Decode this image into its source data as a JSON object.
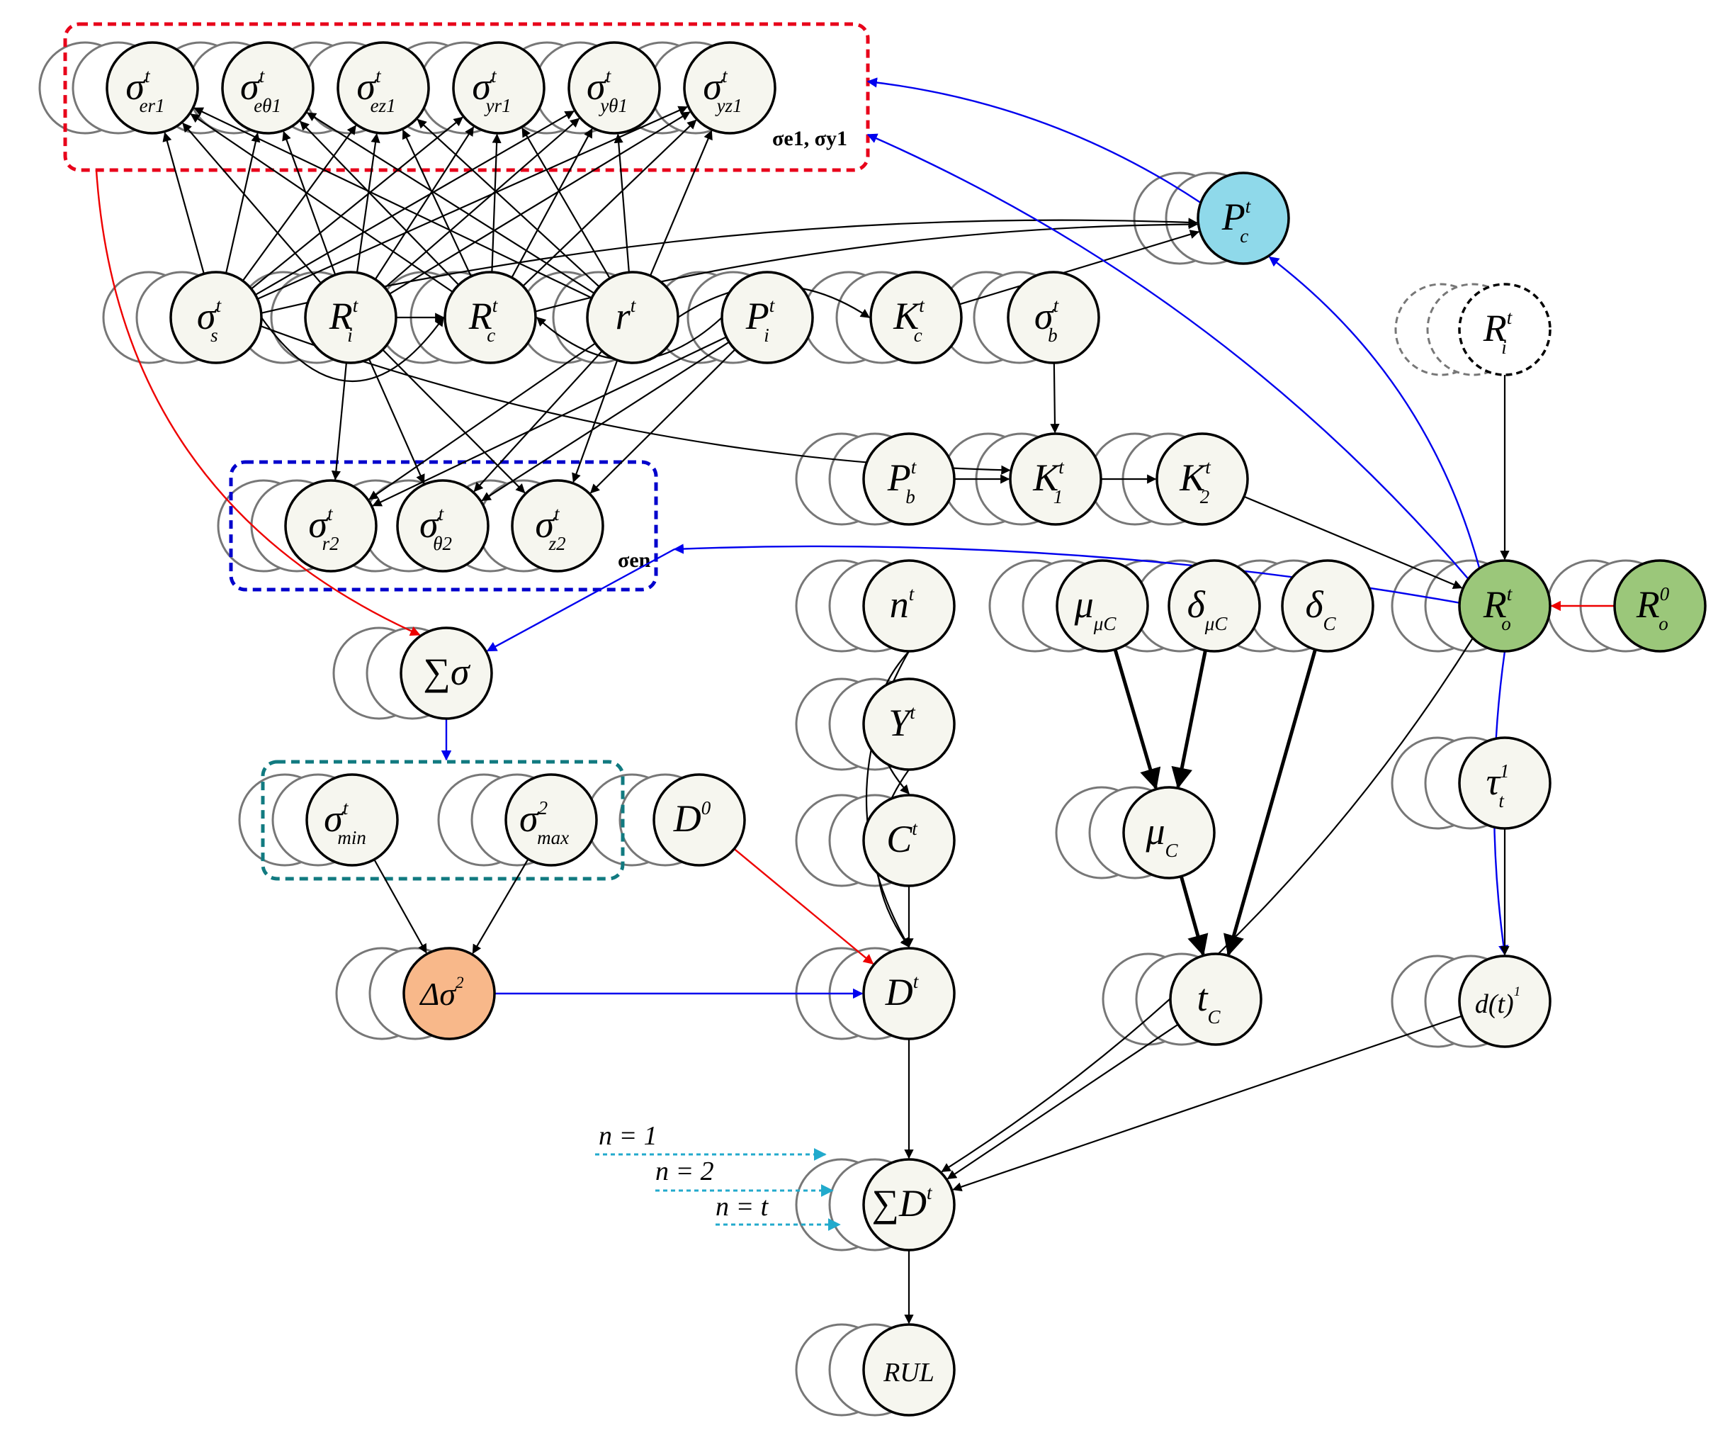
{
  "colors": {
    "node_fill": "#f6f6ef",
    "node_stroke": "#000000",
    "ghost_stroke": "#777777",
    "black_edge": "#000000",
    "blue_edge": "#0000ee",
    "red_edge": "#ee0000",
    "cyan_edge": "#22aacc",
    "pc_fill": "#8fd9ea",
    "ro_fill": "#9bc77a",
    "ds2_fill": "#f8b88a",
    "group_red": "#e8001a",
    "group_blue": "#0000cc",
    "group_teal": "#117a80"
  },
  "nodes": [
    {
      "id": "s_er1",
      "base": "σ",
      "sup": "t",
      "sub": "er1"
    },
    {
      "id": "s_et1",
      "base": "σ",
      "sup": "t",
      "sub": "eθ1"
    },
    {
      "id": "s_ez1",
      "base": "σ",
      "sup": "t",
      "sub": "ez1"
    },
    {
      "id": "s_yr1",
      "base": "σ",
      "sup": "t",
      "sub": "yr1"
    },
    {
      "id": "s_yt1",
      "base": "σ",
      "sup": "t",
      "sub": "yθ1"
    },
    {
      "id": "s_yz1",
      "base": "σ",
      "sup": "t",
      "sub": "yz1"
    },
    {
      "id": "Pc",
      "base": "P",
      "sup": "t",
      "sub": "c",
      "fill": "pc_fill"
    },
    {
      "id": "s_s",
      "base": "σ",
      "sup": "t",
      "sub": "s"
    },
    {
      "id": "Ri",
      "base": "R",
      "sup": "t",
      "sub": "i"
    },
    {
      "id": "Rc",
      "base": "R",
      "sup": "t",
      "sub": "c"
    },
    {
      "id": "r",
      "base": "r",
      "sup": "t",
      "sub": ""
    },
    {
      "id": "Pi",
      "base": "P",
      "sup": "t",
      "sub": "i"
    },
    {
      "id": "Kc",
      "base": "K",
      "sup": "t",
      "sub": "c"
    },
    {
      "id": "s_b",
      "base": "σ",
      "sup": "t",
      "sub": "b"
    },
    {
      "id": "Ri_r",
      "base": "R",
      "sup": "t",
      "sub": "i",
      "dashed": true
    },
    {
      "id": "Pb",
      "base": "P",
      "sup": "t",
      "sub": "b"
    },
    {
      "id": "K1",
      "base": "K",
      "sup": "t",
      "sub": "1"
    },
    {
      "id": "K2",
      "base": "K",
      "sup": "t",
      "sub": "2"
    },
    {
      "id": "s_r2",
      "base": "σ",
      "sup": "t",
      "sub": "r2"
    },
    {
      "id": "s_t2",
      "base": "σ",
      "sup": "t",
      "sub": "θ2"
    },
    {
      "id": "s_z2",
      "base": "σ",
      "sup": "t",
      "sub": "z2"
    },
    {
      "id": "Ro",
      "base": "R",
      "sup": "t",
      "sub": "o",
      "fill": "ro_fill"
    },
    {
      "id": "Ro0",
      "base": "R",
      "sup": "0",
      "sub": "o",
      "fill": "ro_fill"
    },
    {
      "id": "n",
      "base": "n",
      "sup": "t",
      "sub": ""
    },
    {
      "id": "mu_muc",
      "base": "μ",
      "sup": "",
      "sub": "μC"
    },
    {
      "id": "d_muc",
      "base": "δ",
      "sup": "",
      "sub": "μC"
    },
    {
      "id": "d_c",
      "base": "δ",
      "sup": "",
      "sub": "C"
    },
    {
      "id": "sumS",
      "base": "∑σ",
      "sup": "",
      "sub": ""
    },
    {
      "id": "Y",
      "base": "Y",
      "sup": "t",
      "sub": ""
    },
    {
      "id": "tau",
      "base": "τ",
      "sup": "1",
      "sub": "t"
    },
    {
      "id": "s_min",
      "base": "σ",
      "sup": "t",
      "sub": "min"
    },
    {
      "id": "s_max",
      "base": "σ",
      "sup": "2",
      "sub": "max"
    },
    {
      "id": "D0",
      "base": "D",
      "sup": "0",
      "sub": ""
    },
    {
      "id": "C",
      "base": "C",
      "sup": "t",
      "sub": ""
    },
    {
      "id": "muC",
      "base": "μ",
      "sup": "",
      "sub": "C"
    },
    {
      "id": "dS2",
      "base": "Δσ",
      "sup": "2",
      "sub": "",
      "fill": "ds2_fill"
    },
    {
      "id": "D",
      "base": "D",
      "sup": "t",
      "sub": ""
    },
    {
      "id": "tC",
      "base": "t",
      "sup": "",
      "sub": "C"
    },
    {
      "id": "dt",
      "base": "d(t)",
      "sup": "1",
      "sub": ""
    },
    {
      "id": "sumD",
      "base": "∑D",
      "sup": "t",
      "sub": ""
    },
    {
      "id": "RUL",
      "base": "RUL",
      "sup": "",
      "sub": ""
    }
  ],
  "groups": [
    {
      "id": "group-sigma-e1-y1",
      "label": "σe1, σy1",
      "color": "group_red"
    },
    {
      "id": "group-sigma-en",
      "label": "σen",
      "color": "group_blue"
    },
    {
      "id": "group-sigma-min-max",
      "label": "",
      "color": "group_teal"
    }
  ],
  "edges": [
    {
      "from": "s_s",
      "to": "s_er1",
      "color": "black_edge"
    },
    {
      "from": "s_s",
      "to": "s_et1",
      "color": "black_edge"
    },
    {
      "from": "s_s",
      "to": "s_ez1",
      "color": "black_edge"
    },
    {
      "from": "s_s",
      "to": "s_yr1",
      "color": "black_edge"
    },
    {
      "from": "s_s",
      "to": "s_yt1",
      "color": "black_edge"
    },
    {
      "from": "s_s",
      "to": "s_yz1",
      "color": "black_edge"
    },
    {
      "from": "Ri",
      "to": "s_er1",
      "color": "black_edge"
    },
    {
      "from": "Ri",
      "to": "s_et1",
      "color": "black_edge"
    },
    {
      "from": "Ri",
      "to": "s_ez1",
      "color": "black_edge"
    },
    {
      "from": "Ri",
      "to": "s_yr1",
      "color": "black_edge"
    },
    {
      "from": "Ri",
      "to": "s_yt1",
      "color": "black_edge"
    },
    {
      "from": "Ri",
      "to": "s_yz1",
      "color": "black_edge"
    },
    {
      "from": "Rc",
      "to": "s_er1",
      "color": "black_edge"
    },
    {
      "from": "Rc",
      "to": "s_et1",
      "color": "black_edge"
    },
    {
      "from": "Rc",
      "to": "s_ez1",
      "color": "black_edge"
    },
    {
      "from": "Rc",
      "to": "s_yr1",
      "color": "black_edge"
    },
    {
      "from": "Rc",
      "to": "s_yt1",
      "color": "black_edge"
    },
    {
      "from": "Rc",
      "to": "s_yz1",
      "color": "black_edge"
    },
    {
      "from": "r",
      "to": "s_er1",
      "color": "black_edge"
    },
    {
      "from": "r",
      "to": "s_et1",
      "color": "black_edge"
    },
    {
      "from": "r",
      "to": "s_ez1",
      "color": "black_edge"
    },
    {
      "from": "r",
      "to": "s_yr1",
      "color": "black_edge"
    },
    {
      "from": "r",
      "to": "s_yt1",
      "color": "black_edge"
    },
    {
      "from": "r",
      "to": "s_yz1",
      "color": "black_edge"
    },
    {
      "from": "Ri",
      "to": "Rc",
      "color": "black_edge"
    },
    {
      "from": "s_s",
      "to": "Rc",
      "color": "black_edge",
      "bend": 60
    },
    {
      "from": "Pi",
      "to": "Rc",
      "color": "black_edge",
      "bend": -40
    },
    {
      "from": "s_s",
      "to": "Pc",
      "color": "black_edge",
      "bend": -30
    },
    {
      "from": "Rc",
      "to": "Pc",
      "color": "black_edge",
      "bend": -20
    },
    {
      "from": "r",
      "to": "Kc",
      "color": "black_edge",
      "bend": -30
    },
    {
      "from": "Kc",
      "to": "Pc",
      "color": "black_edge"
    },
    {
      "from": "s_b",
      "to": "K1",
      "color": "black_edge"
    },
    {
      "from": "s_s",
      "to": "K1",
      "color": "black_edge",
      "bend": 30
    },
    {
      "from": "Pb",
      "to": "K1",
      "color": "black_edge"
    },
    {
      "from": "K1",
      "to": "K2",
      "color": "black_edge"
    },
    {
      "from": "K2",
      "to": "Ro",
      "color": "black_edge"
    },
    {
      "from": "Ri_r",
      "to": "Ro",
      "color": "black_edge"
    },
    {
      "from": "Ri",
      "to": "s_r2",
      "color": "black_edge"
    },
    {
      "from": "Ri",
      "to": "s_t2",
      "color": "black_edge"
    },
    {
      "from": "Ri",
      "to": "s_z2",
      "color": "black_edge"
    },
    {
      "from": "r",
      "to": "s_r2",
      "color": "black_edge"
    },
    {
      "from": "r",
      "to": "s_t2",
      "color": "black_edge"
    },
    {
      "from": "r",
      "to": "s_z2",
      "color": "black_edge"
    },
    {
      "from": "Pi",
      "to": "s_r2",
      "color": "black_edge"
    },
    {
      "from": "Pi",
      "to": "s_t2",
      "color": "black_edge"
    },
    {
      "from": "Pi",
      "to": "s_z2",
      "color": "black_edge"
    },
    {
      "from": "Ro0",
      "to": "Ro",
      "color": "red_edge"
    },
    {
      "from": "Ro",
      "to": "Pc",
      "color": "blue_edge",
      "bend": 30
    },
    {
      "from": "Ro",
      "to": "s_en_box",
      "color": "blue_edge",
      "bend": 20
    },
    {
      "from": "Pc",
      "to": "s_e1_box_a",
      "color": "blue_edge",
      "bend": 20
    },
    {
      "from": "Ro",
      "to": "s_e1_box_b",
      "color": "blue_edge",
      "bend": 40
    },
    {
      "from": "Ro",
      "to": "dt",
      "color": "blue_edge",
      "bend": 10
    },
    {
      "from": "s_en_box",
      "to": "sumS",
      "color": "blue_edge"
    },
    {
      "from": "sumS",
      "to": "s_mm_box",
      "color": "blue_edge"
    },
    {
      "from": "s_e1_box_c",
      "to": "sumS",
      "color": "red_edge",
      "bend": 80
    },
    {
      "from": "s_min",
      "to": "dS2",
      "color": "black_edge"
    },
    {
      "from": "s_max",
      "to": "dS2",
      "color": "black_edge"
    },
    {
      "from": "dS2",
      "to": "D",
      "color": "blue_edge"
    },
    {
      "from": "D0",
      "to": "D",
      "color": "red_edge"
    },
    {
      "from": "n",
      "to": "C",
      "color": "black_edge",
      "bend": 30
    },
    {
      "from": "n",
      "to": "D",
      "color": "black_edge",
      "bend": 40
    },
    {
      "from": "Y",
      "to": "D",
      "color": "black_edge",
      "bend": 30
    },
    {
      "from": "C",
      "to": "D",
      "color": "black_edge"
    },
    {
      "from": "mu_muc",
      "to": "muC",
      "color": "black_edge",
      "thick": true
    },
    {
      "from": "d_muc",
      "to": "muC",
      "color": "black_edge",
      "thick": true
    },
    {
      "from": "muC",
      "to": "tC",
      "color": "black_edge",
      "thick": true
    },
    {
      "from": "d_c",
      "to": "tC",
      "color": "black_edge",
      "thick": true
    },
    {
      "from": "tau",
      "to": "dt",
      "color": "black_edge"
    },
    {
      "from": "D",
      "to": "sumD",
      "color": "black_edge"
    },
    {
      "from": "tC",
      "to": "sumD",
      "color": "black_edge"
    },
    {
      "from": "Ro",
      "to": "sumD",
      "color": "black_edge",
      "bend": -40
    },
    {
      "from": "dt",
      "to": "sumD",
      "color": "black_edge"
    },
    {
      "from": "sumD",
      "to": "RUL",
      "color": "black_edge"
    }
  ],
  "inputs": [
    {
      "label": "n = 1"
    },
    {
      "label": "n = 2"
    },
    {
      "label": "n = t"
    }
  ]
}
